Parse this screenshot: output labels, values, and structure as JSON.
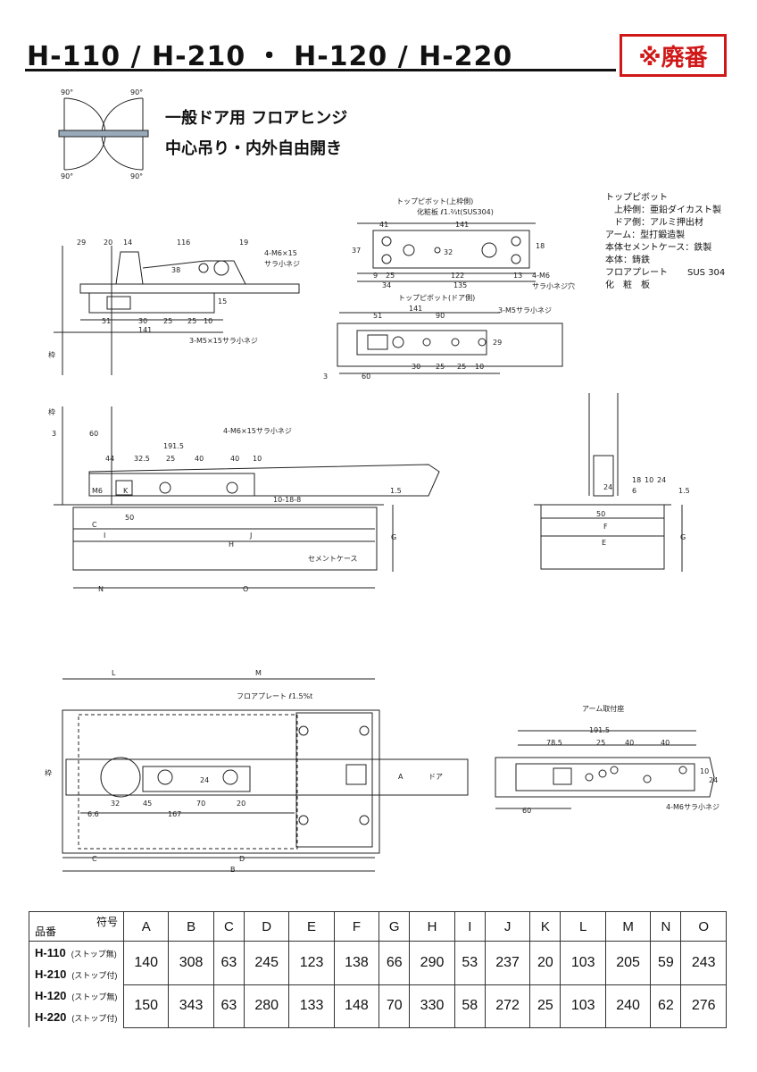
{
  "title": "H-110 / H-210 ・ H-120 / H-220",
  "badge": "※廃番",
  "subtitle1": "一般ドア用 フロアヒンジ",
  "subtitle2": "中心吊り・内外自由開き",
  "swing": {
    "a90_1": "90°",
    "a90_2": "90°",
    "a90_3": "90°",
    "a90_4": "90°"
  },
  "notes": [
    "トップピボット",
    "　上枠側：亜鉛ダイカスト製",
    "　ドア側：アルミ押出材",
    "アーム：型打鍛造製",
    "本体セメントケース：鉄製",
    "本体：鋳鉄",
    "フロアプレート",
    "化　粧　板"
  ],
  "sus": "SUS 304",
  "labels": {
    "top_pivot_frame": "トップピボット(上枠側)",
    "face_plate": "化粧板 ℓ1.⅔t(SUS304)",
    "d141a": "141",
    "d41": "41",
    "d37": "37",
    "d32a": "32",
    "d18a": "18",
    "d9": "9",
    "d25a": "25",
    "d122": "122",
    "d13": "13",
    "d34": "34",
    "d135": "135",
    "m6": "4-M6",
    "m6b": "サラ小ネジ穴",
    "top_pivot_door": "トップピボット(ドア側)",
    "d141b": "141",
    "d51a": "51",
    "d90": "90",
    "m5": "3-M5サラ小ネジ",
    "d29": "29",
    "d30a": "30",
    "d25b": "25",
    "d25c": "25",
    "d10a": "10",
    "d3a": "3",
    "d60a": "60",
    "t29": "29",
    "t20": "20",
    "t14": "14",
    "t116": "116",
    "t19": "19",
    "tm6": "4-M6×15",
    "tm6b": "サラ小ネジ",
    "t38": "38",
    "t15": "15",
    "t51": "51",
    "t30": "30",
    "t25a": "25",
    "t25b": "25",
    "t10": "10",
    "t141": "141",
    "tm5": "3-M5×15サラ小ネジ",
    "frame1": "枠",
    "frame2": "枠",
    "s3": "3",
    "s60": "60",
    "s191": "191.5",
    "sm6": "4-M6×15サラ小ネジ",
    "s44": "44",
    "s325": "32.5",
    "s25": "25",
    "s40a": "40",
    "s40b": "40",
    "s10": "10",
    "sK": "K",
    "sM6": "M6",
    "s10188": "10-18-8",
    "s15": "1.5",
    "s50": "50",
    "sC": "C",
    "sI": "I",
    "sJ": "J",
    "sH": "H",
    "sG": "G",
    "sCase": "セメントケース",
    "sN": "N",
    "sO": "O",
    "r24": "24",
    "r18": "18",
    "r6": "6",
    "r10": "10",
    "r24b": "24",
    "r15": "1.5",
    "r50": "50",
    "rF": "F",
    "rE": "E",
    "rG": "G",
    "pL": "L",
    "pM": "M",
    "pPlate": "フロアプレート ℓ1.5%t",
    "pA": "A",
    "pDoor": "ドア",
    "p66": "6.6",
    "p32": "32",
    "p45": "45",
    "p24": "24",
    "p70": "70",
    "p20": "20",
    "p167": "167",
    "pC": "C",
    "pD": "D",
    "pB": "B",
    "pFrame": "枠",
    "arm": "アーム取付座",
    "a191": "191.5",
    "a785": "78.5",
    "a25": "25",
    "a40a": "40",
    "a40b": "40",
    "a10": "10",
    "a24": "24",
    "a60": "60",
    "am6": "4-M6サラ小ネジ"
  },
  "table": {
    "header_code": "符号",
    "header_model": "品番",
    "columns": [
      "A",
      "B",
      "C",
      "D",
      "E",
      "F",
      "G",
      "H",
      "I",
      "J",
      "K",
      "L",
      "M",
      "N",
      "O"
    ],
    "rows": [
      {
        "model1": "H-110",
        "note1": "(ストップ無)",
        "model2": "H-210",
        "note2": "(ストップ付)",
        "values": [
          "140",
          "308",
          "63",
          "245",
          "123",
          "138",
          "66",
          "290",
          "53",
          "237",
          "20",
          "103",
          "205",
          "59",
          "243"
        ]
      },
      {
        "model1": "H-120",
        "note1": "(ストップ無)",
        "model2": "H-220",
        "note2": "(ストップ付)",
        "values": [
          "150",
          "343",
          "63",
          "280",
          "133",
          "148",
          "70",
          "330",
          "58",
          "272",
          "25",
          "103",
          "240",
          "62",
          "276"
        ]
      }
    ]
  }
}
